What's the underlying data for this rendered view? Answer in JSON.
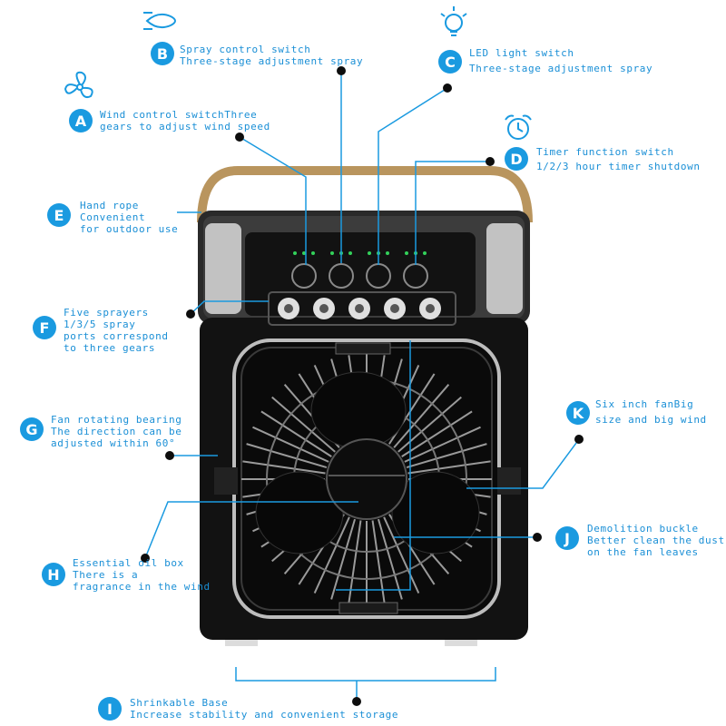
{
  "colors": {
    "accent": "#1a9ae0",
    "label": "#1a8fd6",
    "body": "#121212",
    "handle": "#b9955e"
  },
  "features": {
    "A": {
      "letter": "A",
      "line1": "Wind control switchThree",
      "line2": "gears to adjust wind speed",
      "icon": "fan-icon"
    },
    "B": {
      "letter": "B",
      "line1": "Spray control switch",
      "line2": "Three-stage adjustment spray",
      "icon": "spray-icon"
    },
    "C": {
      "letter": "C",
      "line1": "LED light switch",
      "line2": "Three-stage adjustment spray",
      "icon": "light-bulb-icon"
    },
    "D": {
      "letter": "D",
      "line1": "Timer function switch",
      "line2": "1/2/3 hour timer shutdown",
      "icon": "alarm-clock-icon"
    },
    "E": {
      "letter": "E",
      "line1": "Hand rope",
      "line2": "Convenient",
      "line3": "for outdoor use"
    },
    "F": {
      "letter": "F",
      "line1": "Five sprayers",
      "line2": "1/3/5 spray",
      "line3": "ports correspond",
      "line4": "to three gears"
    },
    "G": {
      "letter": "G",
      "line1": "Fan rotating bearing",
      "line2": "The direction can be",
      "line3": "adjusted within 60°"
    },
    "H": {
      "letter": "H",
      "line1": "Essential oil box",
      "line2": "There is a",
      "line3": "fragrance in the wind"
    },
    "I": {
      "letter": "I",
      "line1": "Shrinkable Base",
      "line2": "Increase stability and convenient storage"
    },
    "J": {
      "letter": "J",
      "line1": "Demolition buckle",
      "line2": "Better clean the dust",
      "line3": "on the fan leaves"
    },
    "K": {
      "letter": "K",
      "line1": "Six inch fanBig",
      "line2": "size and big wind"
    }
  }
}
